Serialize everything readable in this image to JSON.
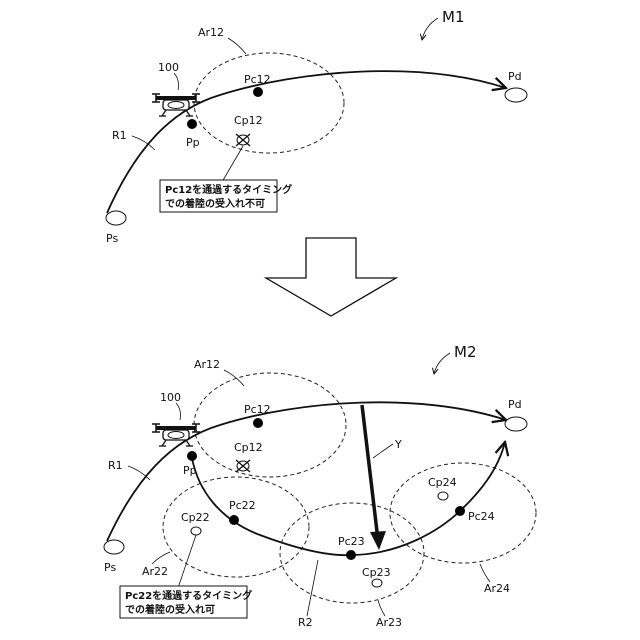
{
  "figure": {
    "top": {
      "title": "M1",
      "drone_label": "100",
      "area_label": "Ar12",
      "route_label": "R1",
      "start_label": "Ps",
      "dest_label": "Pd",
      "current_label": "Pp",
      "waypoint_label": "Pc12",
      "candidate_label": "Cp12",
      "note_line1": "Pc12を通過するタイミング",
      "note_line2": "での着陸の受入れ不可"
    },
    "bottom": {
      "title": "M2",
      "drone_label": "100",
      "area12_label": "Ar12",
      "area22_label": "Ar22",
      "area23_label": "Ar23",
      "area24_label": "Ar24",
      "route1_label": "R1",
      "route2_label": "R2",
      "start_label": "Ps",
      "dest_label": "Pd",
      "current_label": "Pp",
      "wp12_label": "Pc12",
      "wp22_label": "Pc22",
      "wp23_label": "Pc23",
      "wp24_label": "Pc24",
      "cp12_label": "Cp12",
      "cp22_label": "Cp22",
      "cp23_label": "Cp23",
      "cp24_label": "Cp24",
      "y_label": "Y",
      "note_line1": "Pc22を通過するタイミング",
      "note_line2": "での着陸の受入れ可"
    }
  }
}
